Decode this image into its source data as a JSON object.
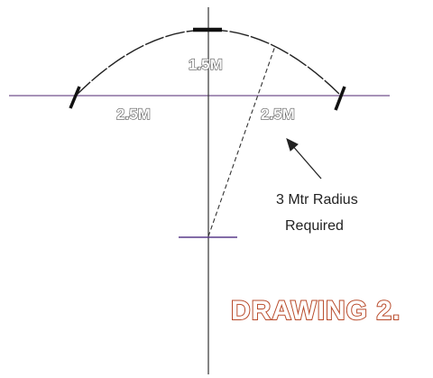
{
  "labels": {
    "top_dimension": "1.5M",
    "left_dimension": "2.5M",
    "right_dimension": "2.5M",
    "radius_note_line1": "3 Mtr Radius",
    "radius_note_line2": "Required",
    "title": "DRAWING 2."
  },
  "colors": {
    "horizontal_axis": "#8a6fa0",
    "vertical_axis": "#333333",
    "arc": "#222222",
    "end_marks": "#111111",
    "center_tick": "#5a3c8a",
    "radius_dashed": "#333333",
    "arrow": "#222222",
    "title_outline": "#b84a2a"
  }
}
